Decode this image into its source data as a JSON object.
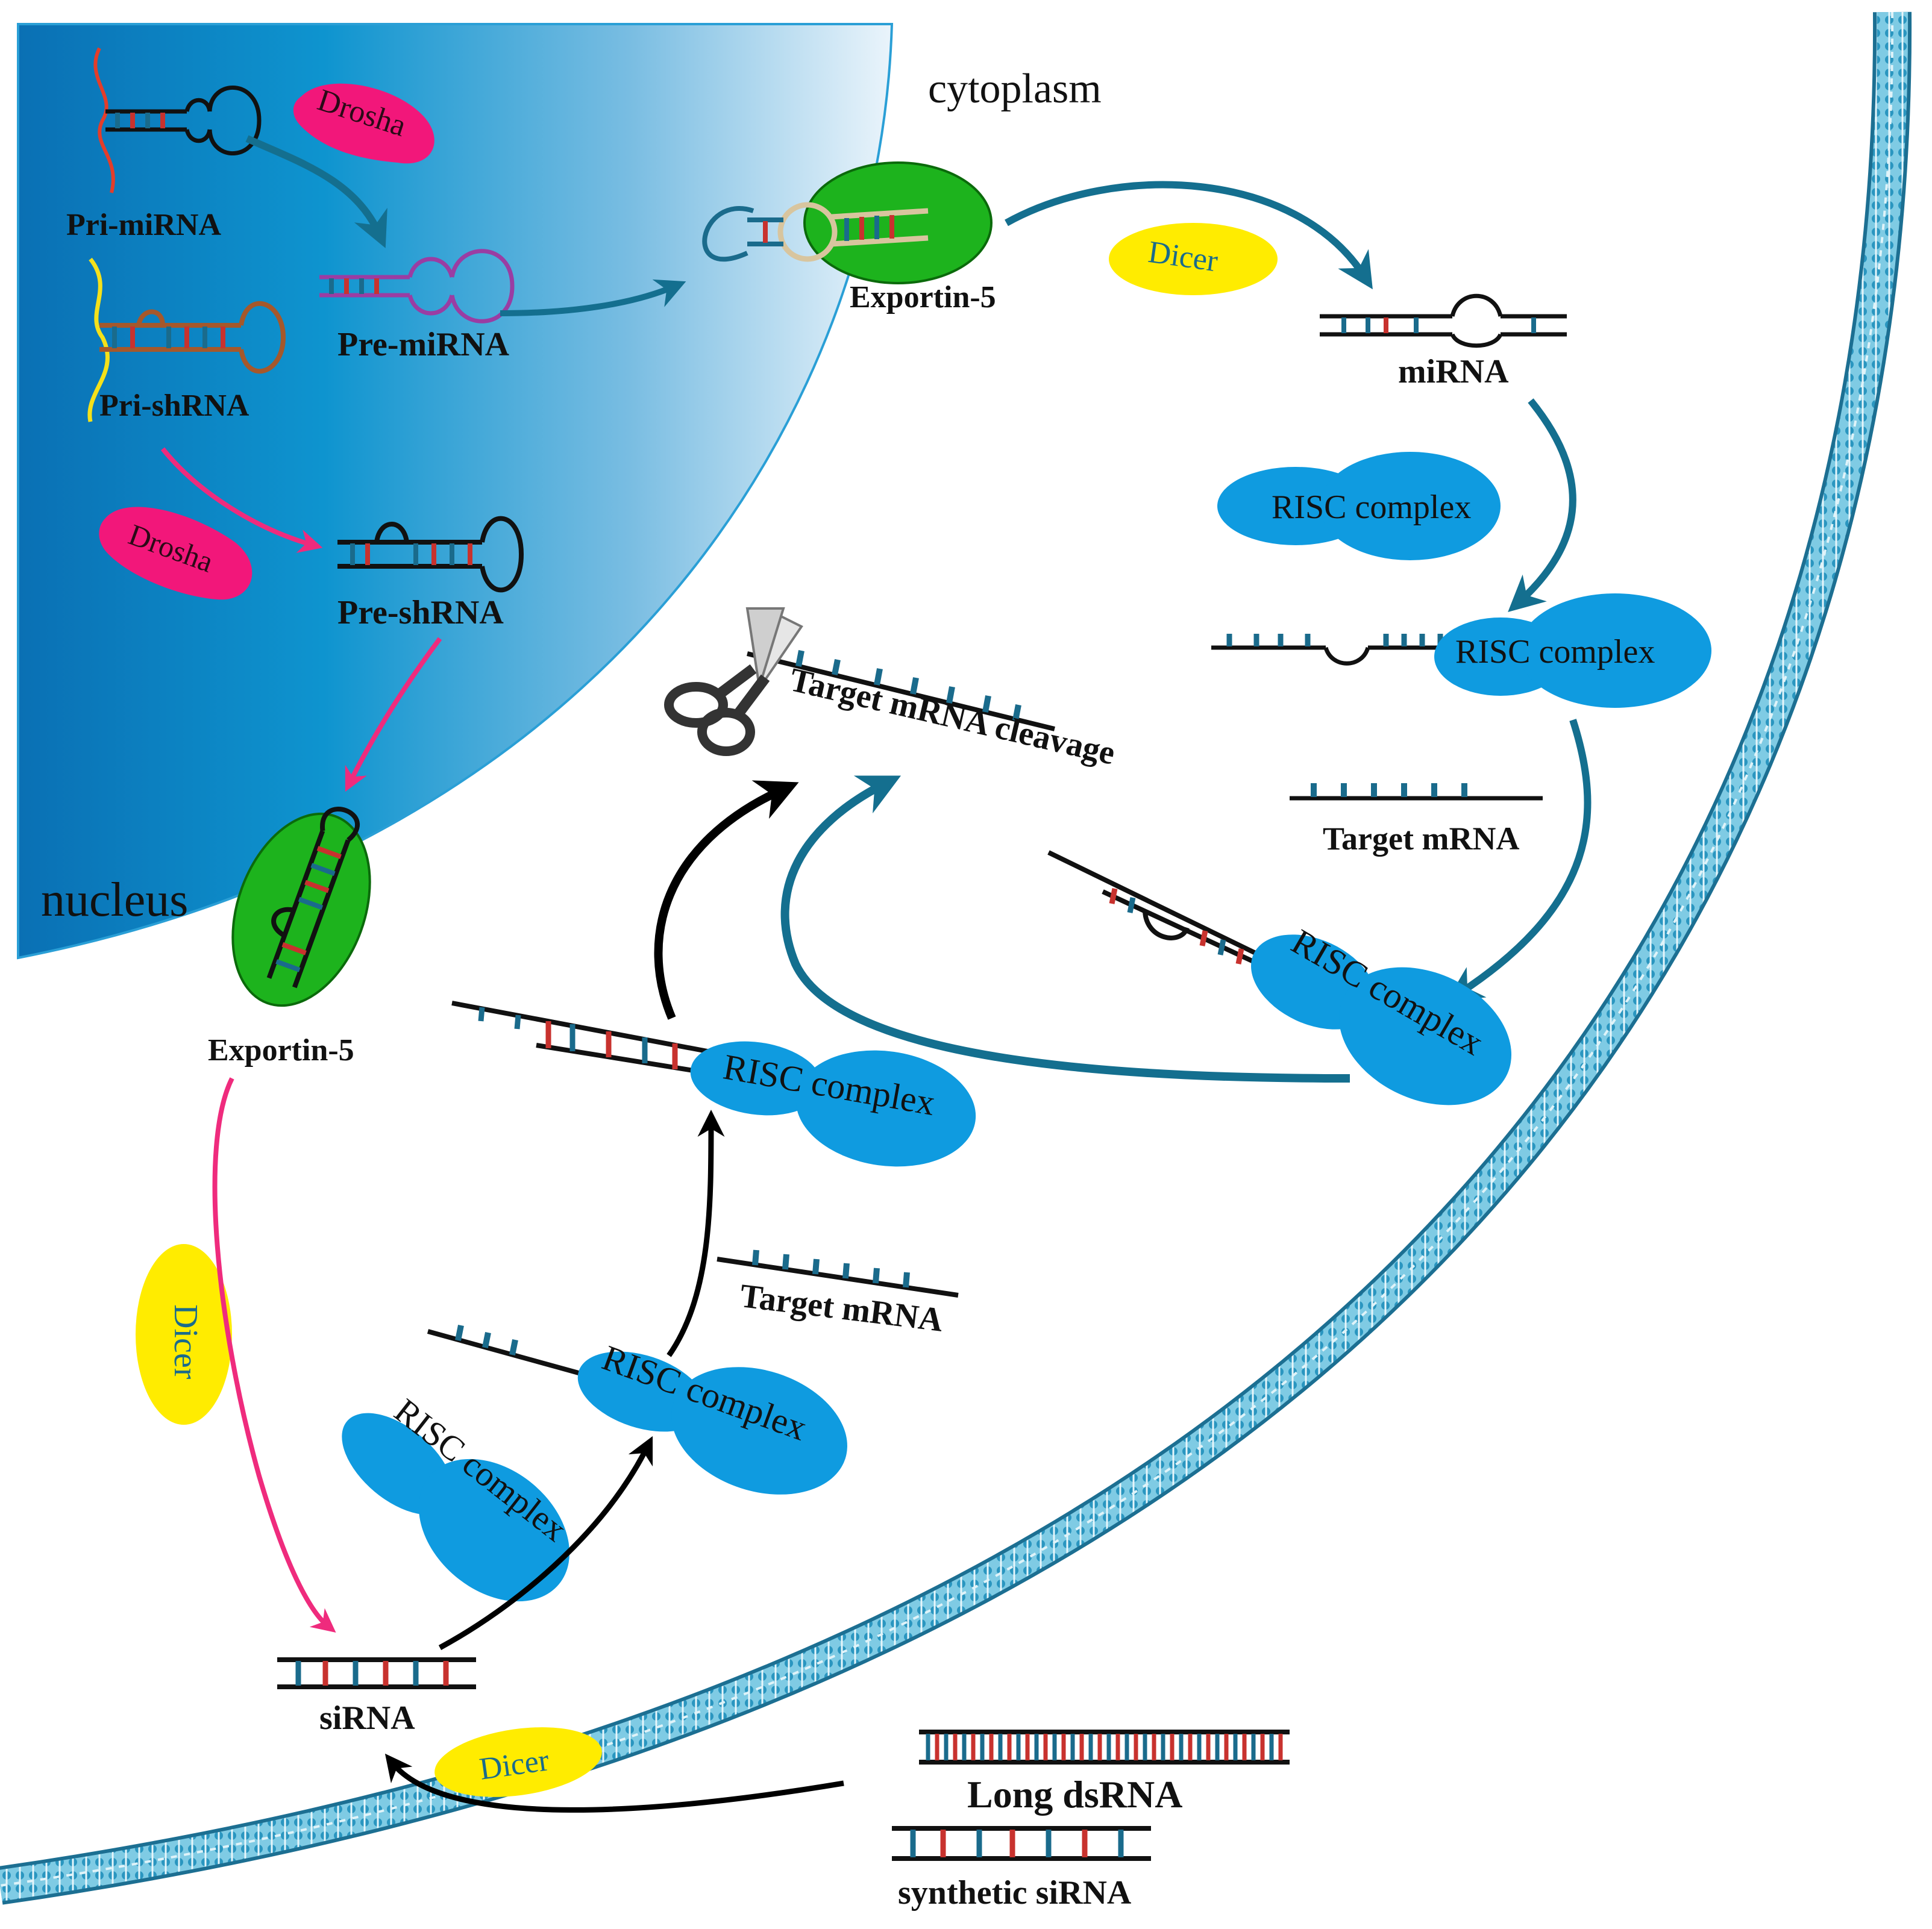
{
  "regions": {
    "nucleus": "nucleus",
    "cytoplasm": "cytoplasm"
  },
  "molecules": {
    "pri_mirna": "Pri-miRNA",
    "pre_mirna": "Pre-miRNA",
    "pri_shrna": "Pri-shRNA",
    "pre_shrna": "Pre-shRNA",
    "mirna": "miRNA",
    "sirna": "siRNA",
    "long_dsrna": "Long dsRNA",
    "synthetic_sirna": "synthetic siRNA",
    "target_mrna_right": "Target mRNA",
    "target_mrna_left": "Target mRNA",
    "cleavage": "Target mRNA cleavage"
  },
  "proteins": {
    "drosha_1": "Drosha",
    "drosha_2": "Drosha",
    "dicer_1": "Dicer",
    "dicer_2": "Dicer",
    "dicer_3": "Dicer",
    "exportin_1": "Exportin-5",
    "exportin_2": "Exportin-5",
    "risc_1": "RISC complex",
    "risc_2": "RISC complex",
    "risc_3": "RISC complex",
    "risc_4": "RISC complex",
    "risc_5": "RISC complex",
    "risc_6": "RISC complex"
  },
  "colors": {
    "nucleus_dark": "#0a72b5",
    "nucleus_light": "#dcecf7",
    "risc": "#0f9be0",
    "exportin": "#1db31d",
    "dicer": "#ffec00",
    "drosha": "#f2177a",
    "teal_arrow": "#146f8f",
    "pink_arrow": "#ef2b7d",
    "black_arrow": "#000000",
    "membrane": "#2aa3c9",
    "base_blue": "#1a6b8c",
    "base_red": "#c8322e"
  },
  "icons": [
    "scissors-icon"
  ]
}
